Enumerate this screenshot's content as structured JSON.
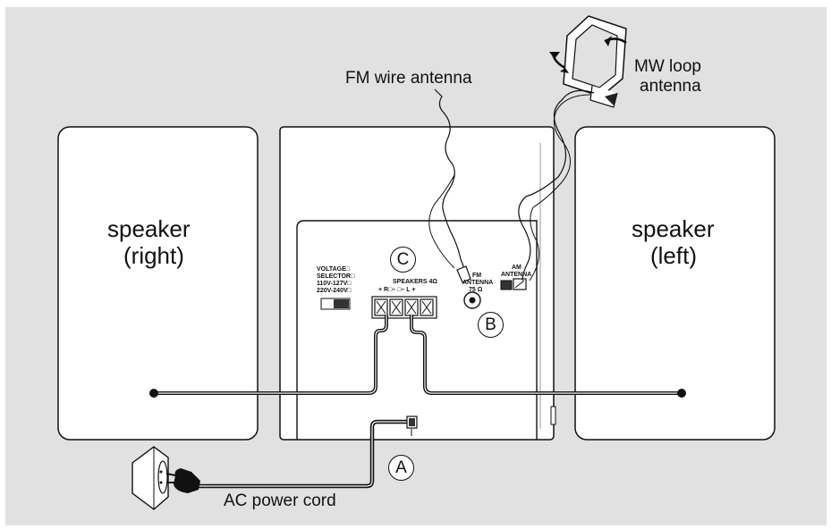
{
  "labels": {
    "speaker_right_1": "speaker",
    "speaker_right_2": "(right)",
    "speaker_left_1": "speaker",
    "speaker_left_2": "(left)",
    "fm_wire_antenna": "FM wire antenna",
    "mw_loop_1": "MW loop",
    "mw_loop_2": "antenna",
    "ac_power_cord": "AC power cord"
  },
  "markers": {
    "a": "A",
    "b": "B",
    "c": "C"
  },
  "panel": {
    "voltage_1": "VOLTAGE□",
    "voltage_2": "SELECTOR□",
    "voltage_3": "110V-127V□",
    "voltage_4": "220V-240V□",
    "speakers": "SPEAKERS 4Ω",
    "polarity": "+  R□–  □–  L  +",
    "fm_1": "FM",
    "fm_2": "ANTENNA",
    "fm_3": "75 Ω",
    "am_1": "AM",
    "am_2": "ANTENNA"
  },
  "colors": {
    "background": "#e1e1e1",
    "box_fill": "#ffffff",
    "line": "#111111"
  }
}
